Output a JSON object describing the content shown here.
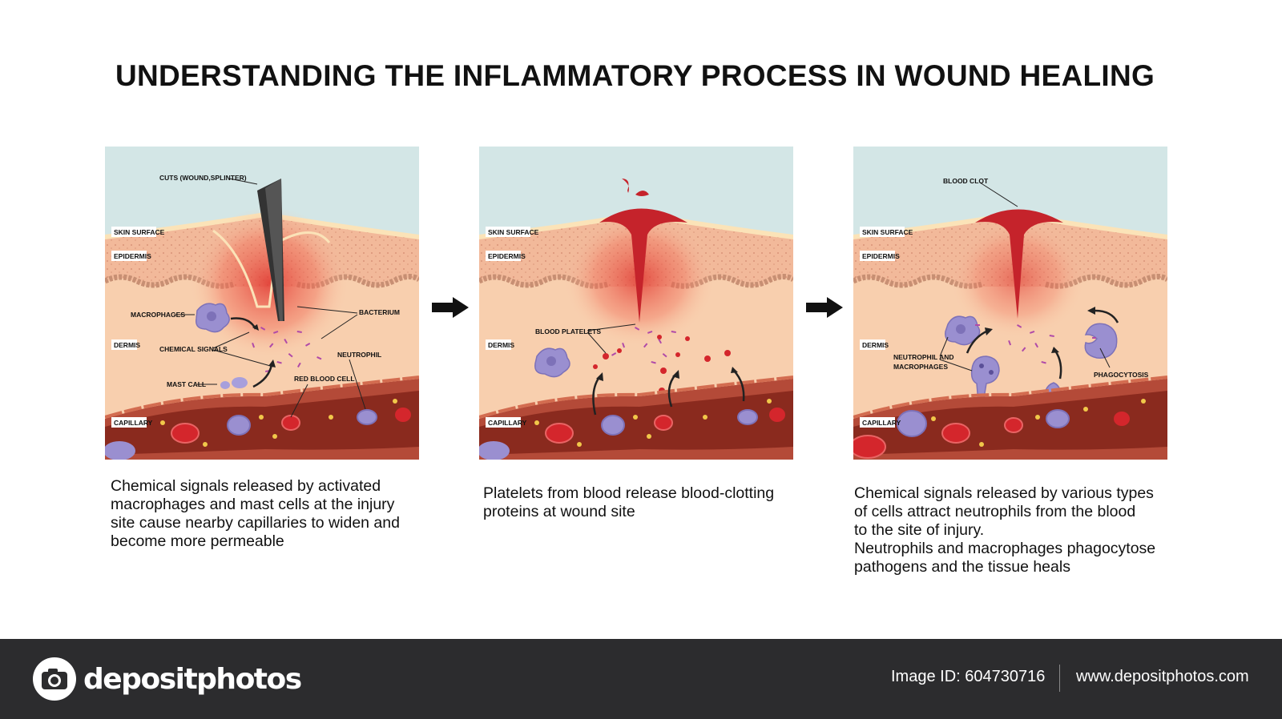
{
  "title": "UNDERSTANDING THE INFLAMMATORY PROCESS IN WOUND HEALING",
  "colors": {
    "sky": "#d3e6e6",
    "epidermis": "#f2b99a",
    "dermis": "#f8cfae",
    "capillary_wall": "#b44a38",
    "blood_channel": "#8a2a1e",
    "red_blood_cell": "#d4262c",
    "immune_cell": "#9a8fd0",
    "clot": "#c5232b",
    "footer_bg": "#2c2c2e"
  },
  "panels": [
    {
      "tags": {
        "skin_surface": "SKIN SURFACE",
        "epidermis": "EPIDERMIS",
        "dermis": "DERMIS",
        "capillary": "CAPILLARY"
      },
      "labels": {
        "cuts": "CUTS (WOUND,SPLINTER)",
        "macrophages": "MACROPHAGES",
        "bacterium": "BACTERIUM",
        "chemical_signals": "CHEMICAL SIGNALS",
        "neutrophil": "NEUTROPHIL",
        "mast_call": "MAST CALL",
        "red_blood_cell": "RED BLOOD CELL"
      },
      "caption": [
        "Chemical signals released by activated",
        "macrophages and mast cells at the injury",
        "site cause nearby capillaries to widen and",
        "become more permeable"
      ]
    },
    {
      "tags": {
        "skin_surface": "SKIN SURFACE",
        "epidermis": "EPIDERMIS",
        "dermis": "DERMIS",
        "capillary": "CAPILLARY"
      },
      "labels": {
        "blood_platelets": "BLOOD PLATELETS"
      },
      "caption": [
        "Platelets from blood release blood-clotting",
        "proteins at wound site"
      ]
    },
    {
      "tags": {
        "skin_surface": "SKIN SURFACE",
        "epidermis": "EPIDERMIS",
        "dermis": "DERMIS",
        "capillary": "CAPILLARY"
      },
      "labels": {
        "blood_clot": "BLOOD CLOT",
        "neutrophil_and_macrophages_1": "NEUTROPHIL AND",
        "neutrophil_and_macrophages_2": "MACROPHAGES",
        "phagocytosis": "PHAGOCYTOSIS"
      },
      "caption": [
        "Chemical signals released by various types",
        "of cells attract neutrophils from the blood",
        "to the site of injury.",
        "Neutrophils and macrophages phagocytose",
        "pathogens and the tissue heals"
      ]
    }
  ],
  "footer": {
    "logo_text": "depositphotos",
    "logo_icon": "camera-icon",
    "image_id": "Image ID: 604730716",
    "site": "www.depositphotos.com"
  }
}
